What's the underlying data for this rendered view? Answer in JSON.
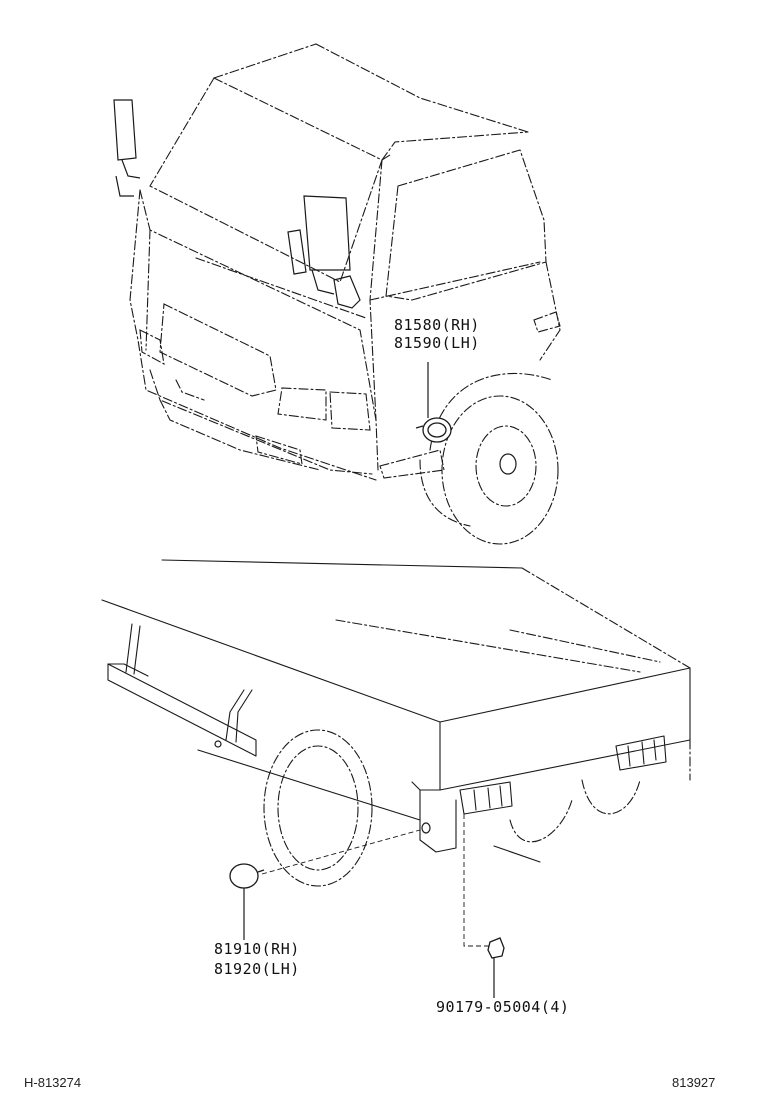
{
  "callouts": {
    "front_marker": {
      "rh": "81580(RH)",
      "lh": "81590(LH)"
    },
    "side_marker": {
      "rh": "81910(RH)",
      "lh": "81920(LH)"
    },
    "screw": {
      "part": "90179-05004(4)"
    }
  },
  "footer": {
    "left_ref": "H-813274",
    "right_ref": "813927"
  }
}
